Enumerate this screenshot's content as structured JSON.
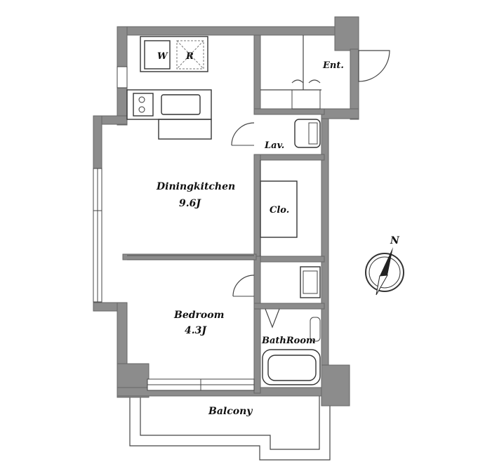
{
  "rooms": {
    "dining": {
      "name": "Diningkitchen",
      "size": "9.6J"
    },
    "bedroom": {
      "name": "Bedroom",
      "size": "4.3J"
    },
    "closet": {
      "name": "Clo."
    },
    "lavatory": {
      "name": "Lav."
    },
    "bathroom": {
      "name": "BathRoom"
    },
    "entrance": {
      "name": "Ent."
    },
    "balcony": {
      "name": "Balcony"
    }
  },
  "appliances": {
    "washer": "W",
    "fridge": "R"
  },
  "compass": {
    "north_label": "N"
  }
}
